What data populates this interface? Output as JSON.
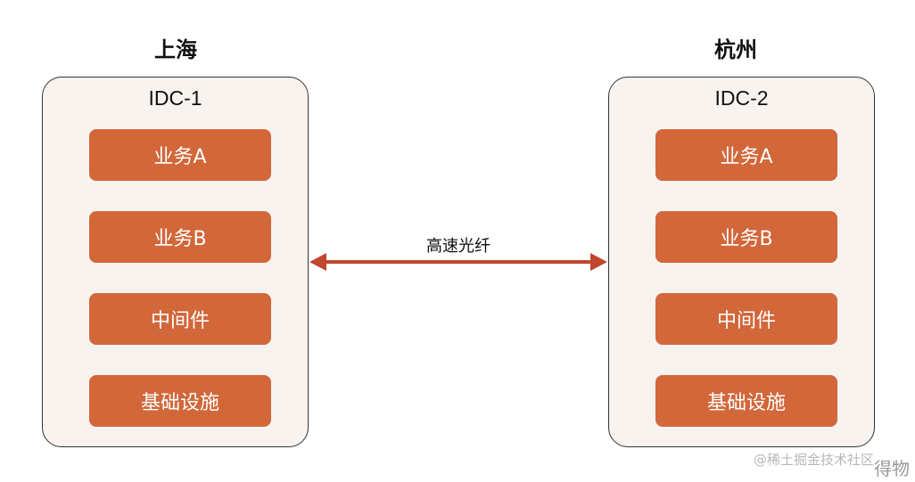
{
  "left_site": {
    "city": "上海",
    "idc": "IDC-1",
    "layers": [
      "业务A",
      "业务B",
      "中间件",
      "基础设施"
    ]
  },
  "right_site": {
    "city": "杭州",
    "idc": "IDC-2",
    "layers": [
      "业务A",
      "业务B",
      "中间件",
      "基础设施"
    ]
  },
  "link": {
    "label": "高速光纤",
    "color": "#c0462e"
  },
  "colors": {
    "layer_fill": "#d2673a",
    "idc_fill": "#f8f3ef"
  },
  "watermark": {
    "text": "@稀土掘金技术社区",
    "overlay": "得物"
  }
}
